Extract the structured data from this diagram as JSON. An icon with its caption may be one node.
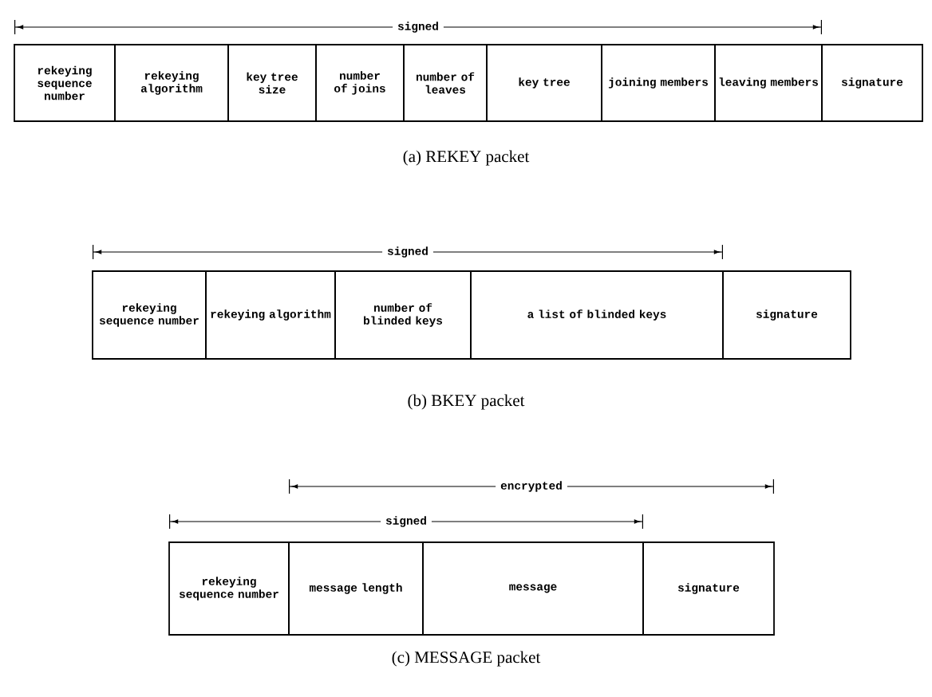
{
  "diagram": {
    "nodes": [
      {
        "text": [
          "rekeying sequence number"
        ]
      },
      {
        "text": [
          "rekeying algorithm"
        ]
      },
      {
        "text": [
          "key tree size"
        ]
      },
      {
        "text": [
          "number of joins"
        ]
      },
      {
        "text": [
          "number of leaves"
        ]
      },
      {
        "text": [
          "key tree"
        ]
      },
      {
        "text": [
          "joining members"
        ]
      },
      {
        "text": [
          "leaving members"
        ]
      },
      {
        "text": [
          "signature"
        ]
      },
      {
        "text": [
          "rekeying sequence number"
        ]
      },
      {
        "text": [
          "rekeying algorithm"
        ]
      },
      {
        "text": [
          "number of blinded keys"
        ]
      },
      {
        "text": [
          "a list of blinded keys"
        ]
      },
      {
        "text": [
          "signature"
        ]
      },
      {
        "text": [
          "rekeying sequence number"
        ]
      },
      {
        "text": [
          "message length"
        ]
      },
      {
        "text": [
          "message"
        ]
      },
      {
        "text": [
          "signature"
        ]
      }
    ],
    "labels": [
      "signed",
      "(a) REKEY packet",
      "signed",
      "(b) BKEY packet",
      "encrypted",
      "signed",
      "(c) MESSAGE packet"
    ]
  }
}
